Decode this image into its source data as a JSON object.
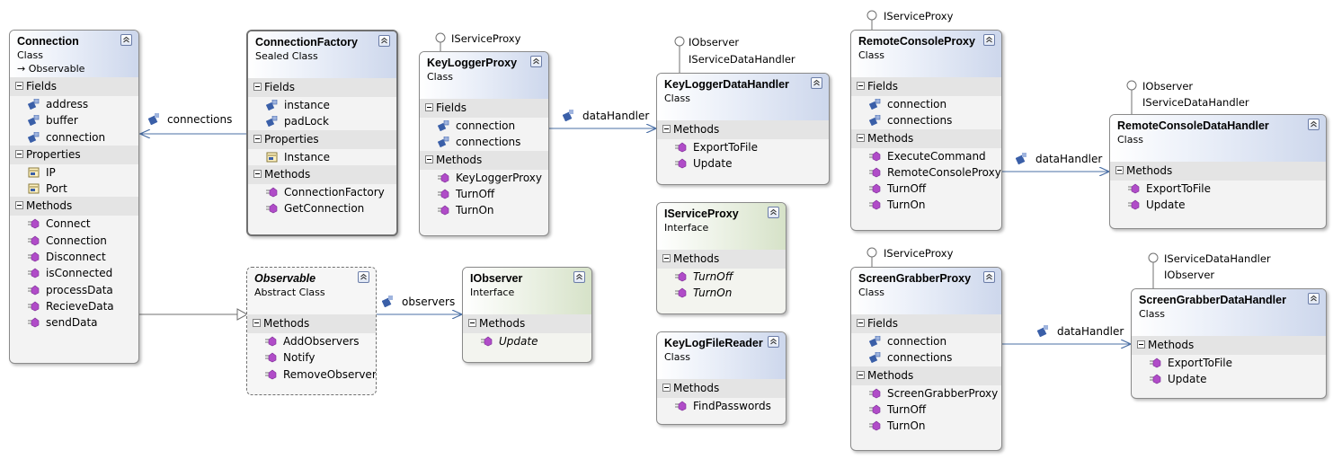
{
  "diagram": {
    "classes": {
      "connection": {
        "name": "Connection",
        "kind": "Class",
        "inherits": "Observable",
        "sections": [
          {
            "title": "Fields",
            "members": [
              "address",
              "buffer",
              "connection"
            ]
          },
          {
            "title": "Properties",
            "members": [
              "IP",
              "Port"
            ]
          },
          {
            "title": "Methods",
            "members": [
              "Connect",
              "Connection",
              "Disconnect",
              "isConnected",
              "processData",
              "RecieveData",
              "sendData"
            ]
          }
        ]
      },
      "connection_factory": {
        "name": "ConnectionFactory",
        "kind": "Sealed Class",
        "sections": [
          {
            "title": "Fields",
            "members": [
              "instance",
              "padLock"
            ]
          },
          {
            "title": "Properties",
            "members": [
              "Instance"
            ]
          },
          {
            "title": "Methods",
            "members": [
              "ConnectionFactory",
              "GetConnection"
            ]
          }
        ]
      },
      "keylogger_proxy": {
        "name": "KeyLoggerProxy",
        "kind": "Class",
        "sections": [
          {
            "title": "Fields",
            "members": [
              "connection",
              "connections"
            ]
          },
          {
            "title": "Methods",
            "members": [
              "KeyLoggerProxy",
              "TurnOff",
              "TurnOn"
            ]
          }
        ]
      },
      "keylogger_data_handler": {
        "name": "KeyLoggerDataHandler",
        "kind": "Class",
        "sections": [
          {
            "title": "Methods",
            "members": [
              "ExportToFile",
              "Update"
            ]
          }
        ]
      },
      "iservice_proxy": {
        "name": "IServiceProxy",
        "kind": "Interface",
        "sections": [
          {
            "title": "Methods",
            "members": [
              "TurnOff",
              "TurnOn"
            ]
          }
        ]
      },
      "keylog_file_reader": {
        "name": "KeyLogFileReader",
        "kind": "Class",
        "sections": [
          {
            "title": "Methods",
            "members": [
              "FindPasswords"
            ]
          }
        ]
      },
      "remote_console_proxy": {
        "name": "RemoteConsoleProxy",
        "kind": "Class",
        "sections": [
          {
            "title": "Fields",
            "members": [
              "connection",
              "connections"
            ]
          },
          {
            "title": "Methods",
            "members": [
              "ExecuteCommand",
              "RemoteConsoleProxy",
              "TurnOff",
              "TurnOn"
            ]
          }
        ]
      },
      "remote_console_data_handler": {
        "name": "RemoteConsoleDataHandler",
        "kind": "Class",
        "sections": [
          {
            "title": "Methods",
            "members": [
              "ExportToFile",
              "Update"
            ]
          }
        ]
      },
      "screen_grabber_proxy": {
        "name": "ScreenGrabberProxy",
        "kind": "Class",
        "sections": [
          {
            "title": "Fields",
            "members": [
              "connection",
              "connections"
            ]
          },
          {
            "title": "Methods",
            "members": [
              "ScreenGrabberProxy",
              "TurnOff",
              "TurnOn"
            ]
          }
        ]
      },
      "screen_grabber_data_handler": {
        "name": "ScreenGrabberDataHandler",
        "kind": "Class",
        "sections": [
          {
            "title": "Methods",
            "members": [
              "ExportToFile",
              "Update"
            ]
          }
        ]
      },
      "observable": {
        "name": "Observable",
        "kind": "Abstract Class",
        "sections": [
          {
            "title": "Methods",
            "members": [
              "AddObservers",
              "Notify",
              "RemoveObserver"
            ]
          }
        ]
      },
      "iobserver": {
        "name": "IObserver",
        "kind": "Interface",
        "sections": [
          {
            "title": "Methods",
            "members": [
              "Update"
            ]
          }
        ]
      }
    },
    "lollipops": {
      "keylogger_proxy": [
        "IServiceProxy"
      ],
      "keylogger_data_handler": [
        "IObserver",
        "IServiceDataHandler"
      ],
      "remote_console_proxy": [
        "IServiceProxy"
      ],
      "remote_console_data_handler": [
        "IObserver",
        "IServiceDataHandler"
      ],
      "screen_grabber_proxy": [
        "IServiceProxy"
      ],
      "screen_grabber_data_handler": [
        "IServiceDataHandler",
        "IObserver"
      ]
    },
    "associations": {
      "connections": "connections",
      "keylogger_handler": "dataHandler",
      "remote_console_handler": "dataHandler",
      "screen_grabber_handler": "dataHandler",
      "observers": "observers"
    },
    "colors": {
      "connector": "#4a6fa5",
      "method_icon": "#b04cc8",
      "field_icon": "#3a5fa8",
      "header_gradient_end": "#cdd7ec"
    }
  }
}
